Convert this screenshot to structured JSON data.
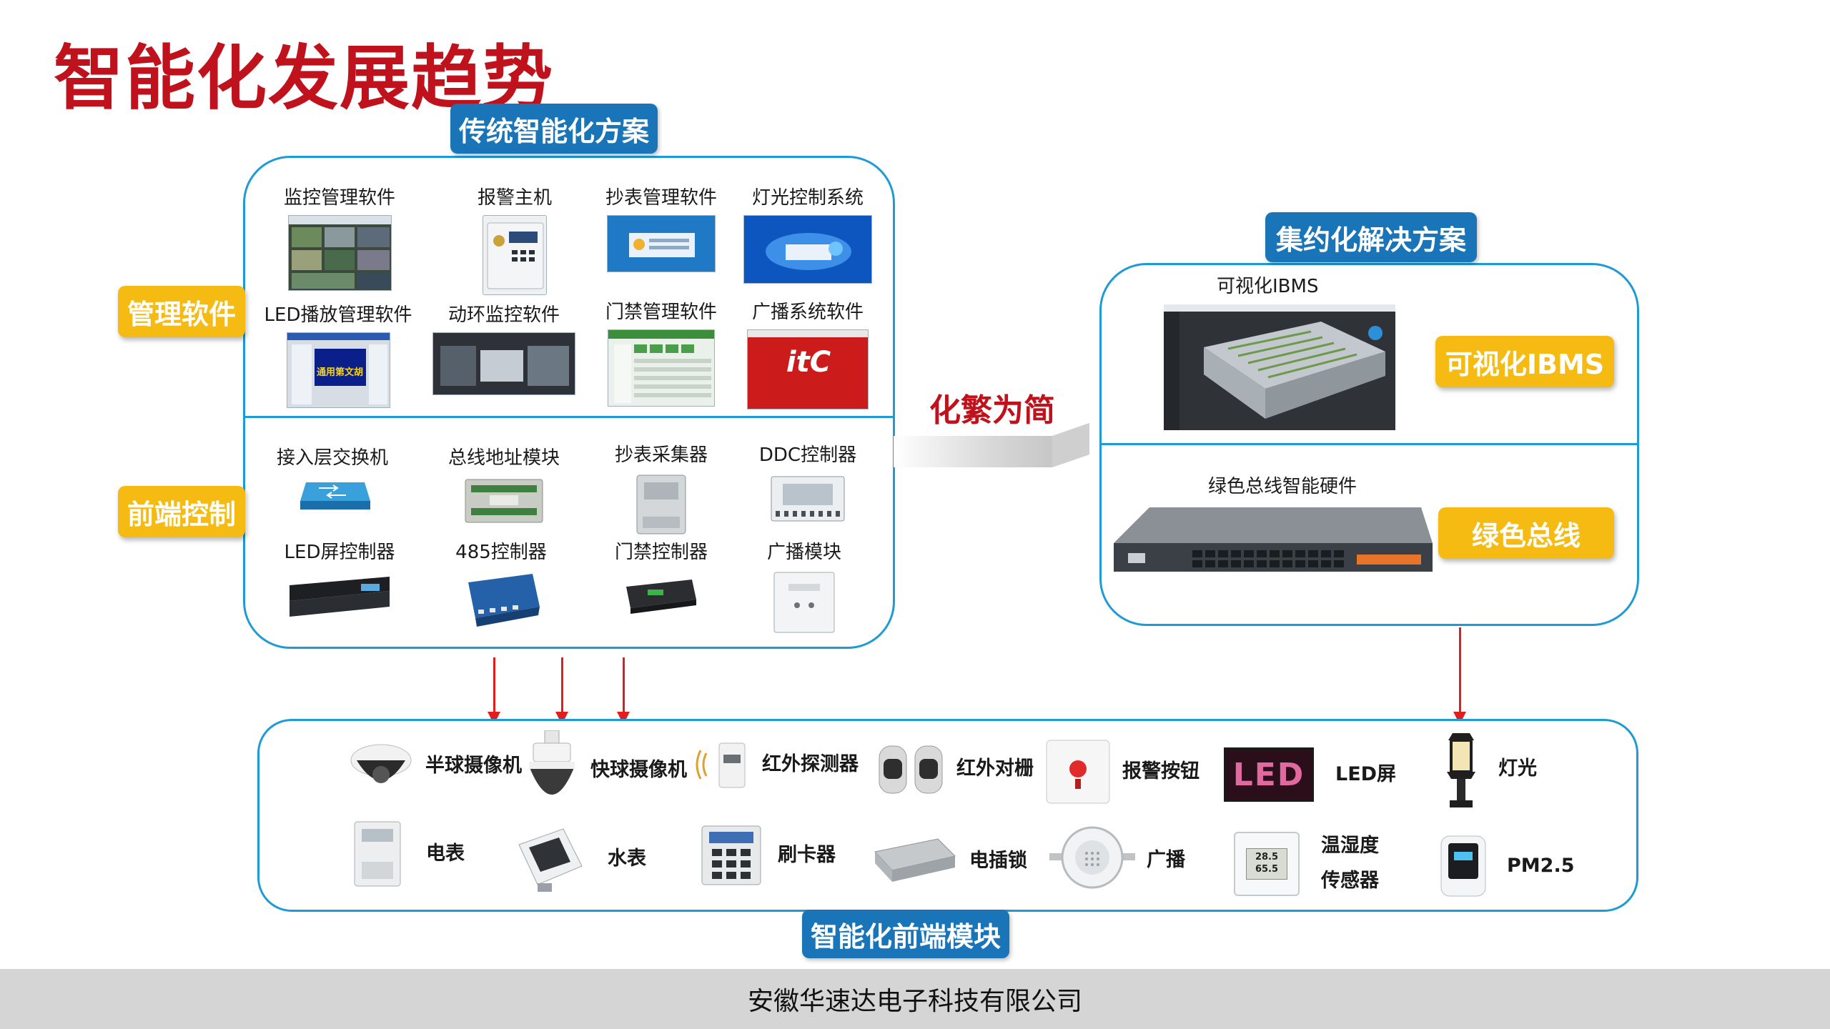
{
  "title": "智能化发展趋势",
  "traditional": {
    "tag": "传统智能化方案",
    "software_tag": "管理软件",
    "frontend_tag": "前端控制",
    "software": [
      "监控管理软件",
      "报警主机",
      "抄表管理软件",
      "灯光控制系统",
      "LED播放管理软件",
      "动环监控软件",
      "门禁管理软件",
      "广播系统软件"
    ],
    "frontend": [
      "接入层交换机",
      "总线地址模块",
      "抄表采集器",
      "DDC控制器",
      "LED屏控制器",
      "485控制器",
      "门禁控制器",
      "广播模块"
    ],
    "led_thumb_text": "通用第文胡",
    "itc_logo": "itC"
  },
  "transition": "化繁为简",
  "intensive": {
    "tag": "集约化解决方案",
    "ibms_caption": "可视化IBMS",
    "ibms_tag": "可视化IBMS",
    "bus_caption": "绿色总线智能硬件",
    "bus_tag": "绿色总线"
  },
  "frontend_modules": {
    "tag": "智能化前端模块",
    "row1": [
      "半球摄像机",
      "快球摄像机",
      "红外探测器",
      "红外对栅",
      "报警按钮",
      "LED屏",
      "灯光"
    ],
    "row2": [
      "电表",
      "水表",
      "刷卡器",
      "电插锁",
      "广播",
      "温湿度\n传感器",
      "PM2.5"
    ],
    "led_display": "LED",
    "thermo_values": [
      "28.5",
      "65.5"
    ]
  },
  "footer": "安徽华速达电子科技有限公司",
  "colors": {
    "accent_red": "#c0121c",
    "panel_blue": "#1e9ad6",
    "tag_blue": "#1a75b8",
    "tag_orange": "#f6bb12",
    "arrow_red": "#e11d1d"
  }
}
